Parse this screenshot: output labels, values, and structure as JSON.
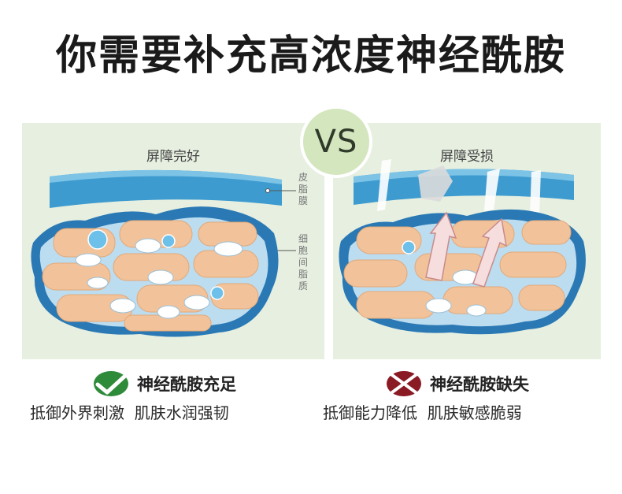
{
  "title": "你需要补充高浓度神经酰胺",
  "vs": "VS",
  "left_panel": {
    "label": "屏障完好",
    "annotations": {
      "barrier": "皮脂膜",
      "lipid": "细胞间脂质"
    }
  },
  "right_panel": {
    "label": "屏障受损"
  },
  "left_result": {
    "icon": "check-icon",
    "heading": "神经酰胺充足",
    "description": "抵御外界刺激  肌肤水润强韧"
  },
  "right_result": {
    "icon": "cross-icon",
    "heading": "神经酰胺缺失",
    "description": "抵御能力降低  肌肤敏感脆弱"
  },
  "colors": {
    "check_green": "#2e8b3a",
    "cross_red": "#8a1a24",
    "vs_bg": "#d3e6bd",
    "panel_bg": "#e6efe0",
    "barrier_blue": "#2f8fc4",
    "cell_peach": "#f2c39a"
  }
}
